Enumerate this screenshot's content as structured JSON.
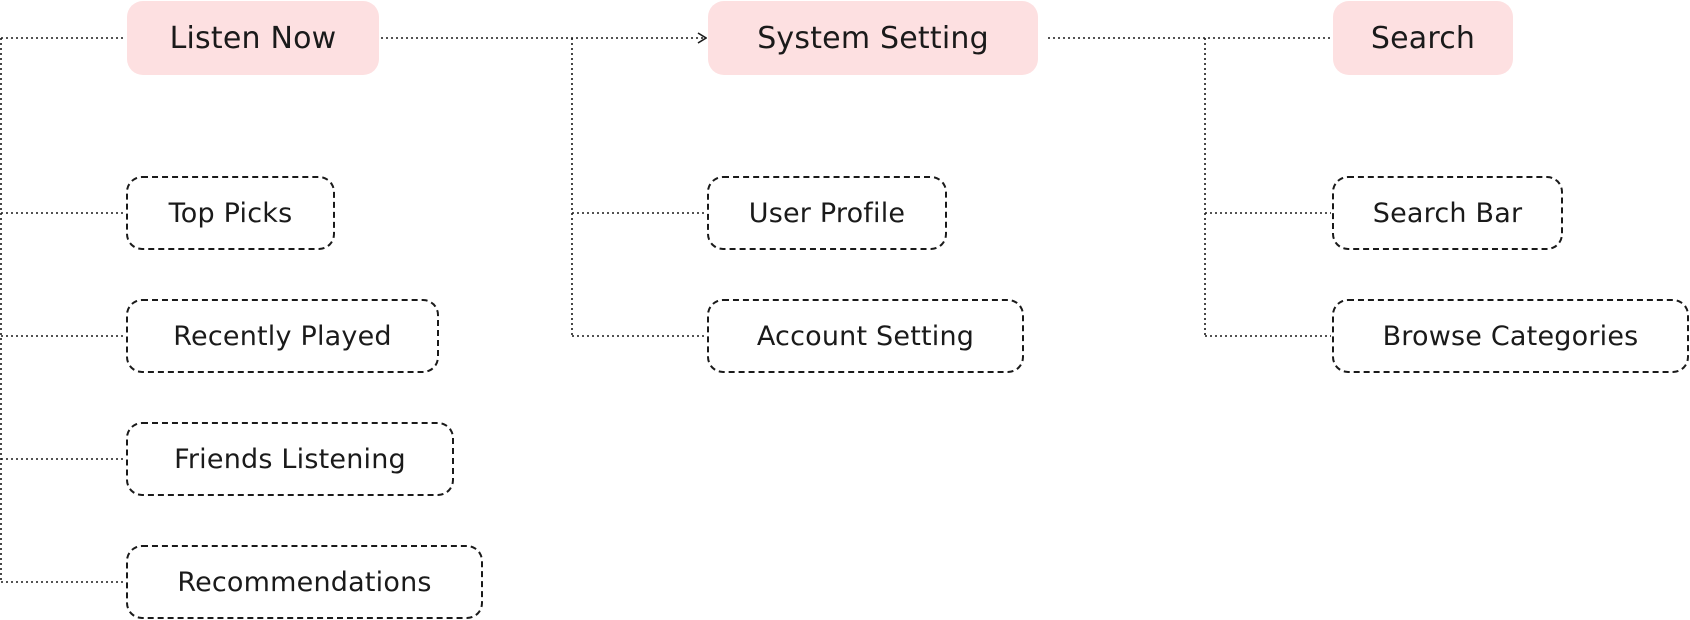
{
  "diagram": {
    "primary_nodes": [
      {
        "label": "Listen Now"
      },
      {
        "label": "System Setting"
      },
      {
        "label": "Search"
      }
    ],
    "listen_now_children": [
      {
        "label": "Top Picks"
      },
      {
        "label": "Recently Played"
      },
      {
        "label": "Friends Listening"
      },
      {
        "label": "Recommendations"
      }
    ],
    "system_setting_children": [
      {
        "label": "User Profile"
      },
      {
        "label": "Account Setting"
      }
    ],
    "search_children": [
      {
        "label": "Search Bar"
      },
      {
        "label": "Browse Categories"
      }
    ]
  },
  "colors": {
    "primary_fill": "#fde0e1",
    "secondary_fill": "#ffffff",
    "line": "#1a1a1a",
    "text": "#1a1a1a"
  },
  "line_style": "dotted",
  "secondary_border_style": "dashed"
}
